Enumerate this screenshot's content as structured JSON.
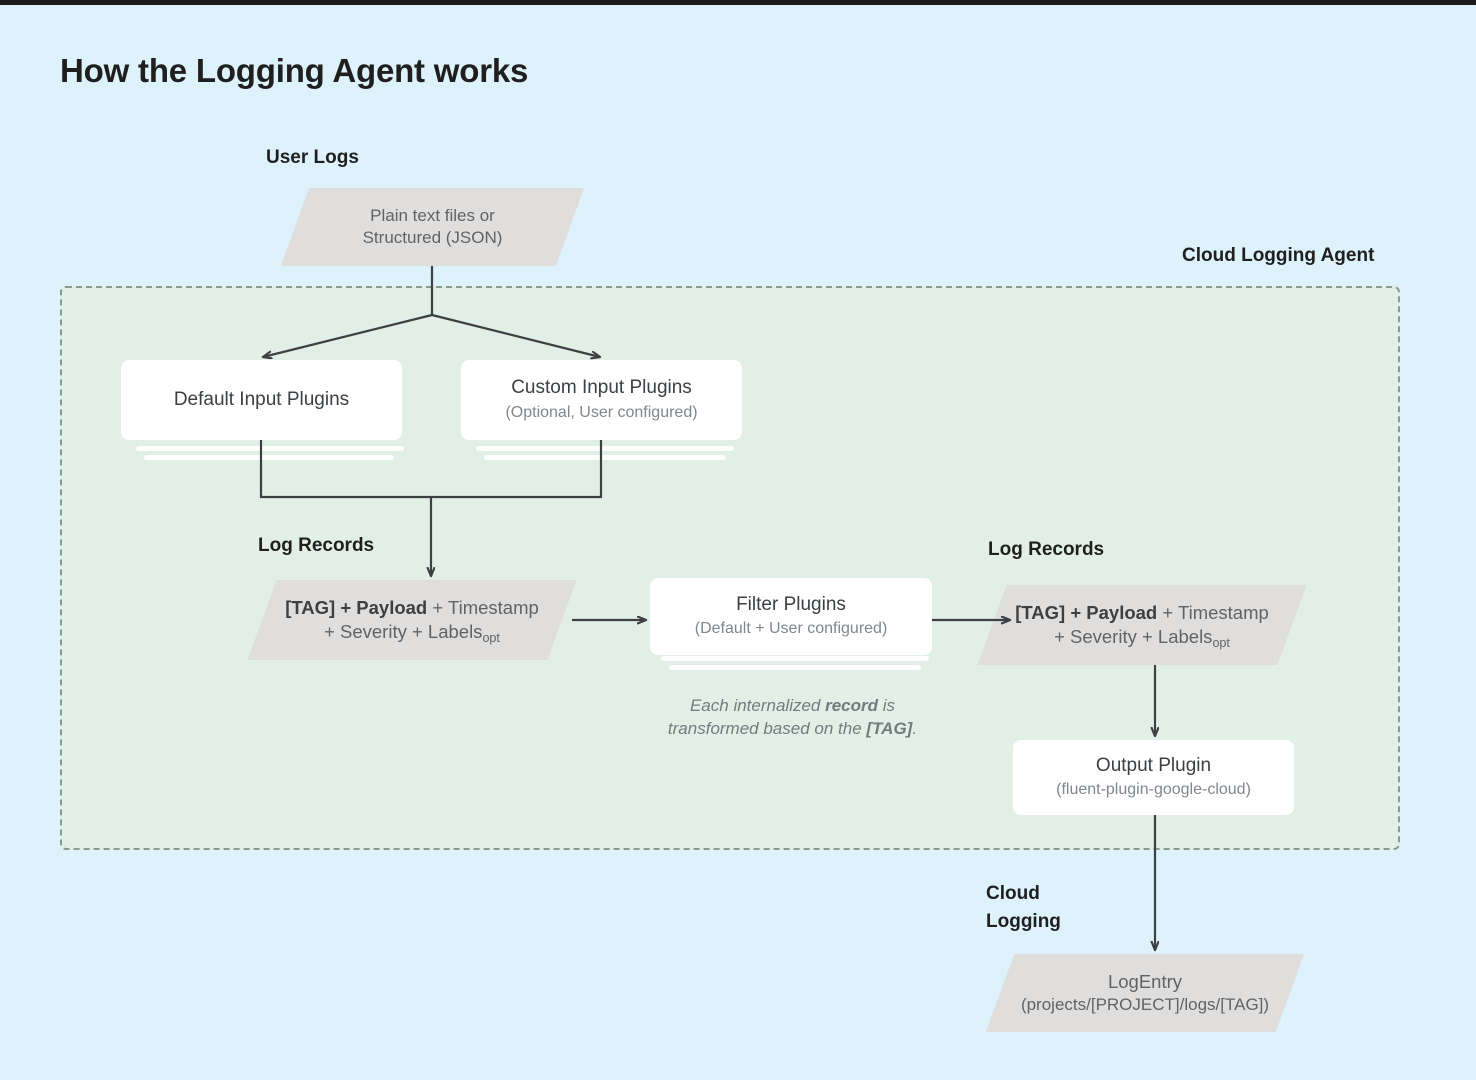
{
  "page": {
    "title": "How the Logging Agent works",
    "background_color": "#ddf2fb",
    "agent_region_color": "#e2efe7",
    "parallelogram_color": "#e0dedd",
    "card_color": "#ffffff",
    "line_color": "#3c4043"
  },
  "labels": {
    "user_logs": "User Logs",
    "cloud_logging_agent": "Cloud Logging Agent",
    "log_records_left": "Log Records",
    "log_records_right": "Log Records",
    "cloud_logging": "Cloud\nLogging"
  },
  "nodes": {
    "user_logs_source": {
      "line1": "Plain text files or",
      "line2": "Structured (JSON)"
    },
    "default_input_plugins": {
      "title": "Default Input Plugins",
      "subtitle": ""
    },
    "custom_input_plugins": {
      "title": "Custom Input Plugins",
      "subtitle": "(Optional, User configured)"
    },
    "log_record_left": {
      "bold_part": "[TAG] + Payload",
      "rest_line1": " + Timestamp",
      "line2": "+ Severity + Labels",
      "subscript": "opt"
    },
    "filter_plugins": {
      "title": "Filter Plugins",
      "subtitle": "(Default + User configured)"
    },
    "log_record_right": {
      "bold_part": "[TAG] + Payload",
      "rest_line1": " + Timestamp",
      "line2": "+ Severity + Labels",
      "subscript": "opt"
    },
    "output_plugin": {
      "title": "Output Plugin",
      "subtitle": "(fluent-plugin-google-cloud)"
    },
    "log_entry": {
      "title": "LogEntry",
      "subtitle": "(projects/[PROJECT]/logs/[TAG])"
    }
  },
  "notes": {
    "transform_note_a": "Each internalized ",
    "transform_note_b": "record",
    "transform_note_c": " is",
    "transform_note_d": "transformed based on the ",
    "transform_note_e": "[TAG]",
    "transform_note_f": "."
  }
}
